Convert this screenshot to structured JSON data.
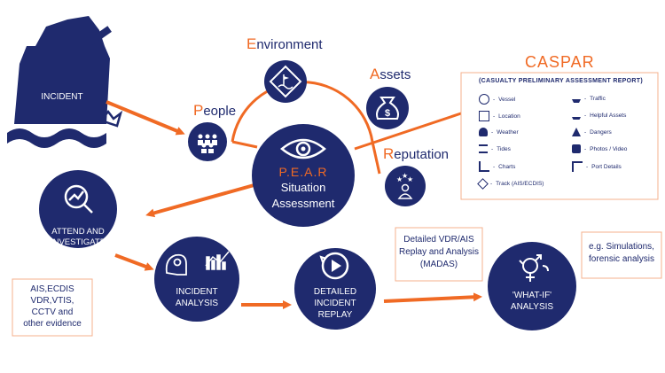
{
  "colors": {
    "navy": "#1f2a6e",
    "orange": "#f06a24"
  },
  "incident": {
    "label": "INCIDENT"
  },
  "pear": {
    "people": {
      "initial": "P",
      "rest": "eople"
    },
    "environment": {
      "initial": "E",
      "rest": "nvironment"
    },
    "assets": {
      "initial": "A",
      "rest": "ssets"
    },
    "reputation": {
      "initial": "R",
      "rest": "eputation"
    }
  },
  "center": {
    "acronym": "P.E.A.R",
    "line1": "Situation",
    "line2": "Assessment"
  },
  "caspar": {
    "title": "CASPAR",
    "subtitle": "(CASUALTY PRELIMINARY ASSESSMENT REPORT)",
    "left_items": [
      "Vessel",
      "Location",
      "Weather",
      "Tides",
      "Charts",
      "Track (AIS/ECDIS)"
    ],
    "right_items": [
      "Traffic",
      "Helpful Assets",
      "Dangers",
      "Photos / Video",
      "Port Details"
    ]
  },
  "attend": {
    "line1": "ATTEND AND",
    "line2": "INVESTIGATE"
  },
  "evidence": {
    "lines": [
      "AIS,ECDIS",
      "VDR,VTIS,",
      "CCTV and",
      "other evidence"
    ]
  },
  "analysis": {
    "line1": "INCIDENT",
    "line2": "ANALYSIS"
  },
  "replay": {
    "line1": "DETAILED",
    "line2": "INCIDENT",
    "line3": "REPLAY"
  },
  "vdr": {
    "lines": [
      "Detailed VDR/AIS",
      "Replay and Analysis",
      "(MADAS)"
    ]
  },
  "whatif": {
    "line1": "'WHAT-IF'",
    "line2": "ANALYSIS"
  },
  "sims": {
    "lines": [
      "e.g. Simulations,",
      "forensic analysis"
    ]
  }
}
